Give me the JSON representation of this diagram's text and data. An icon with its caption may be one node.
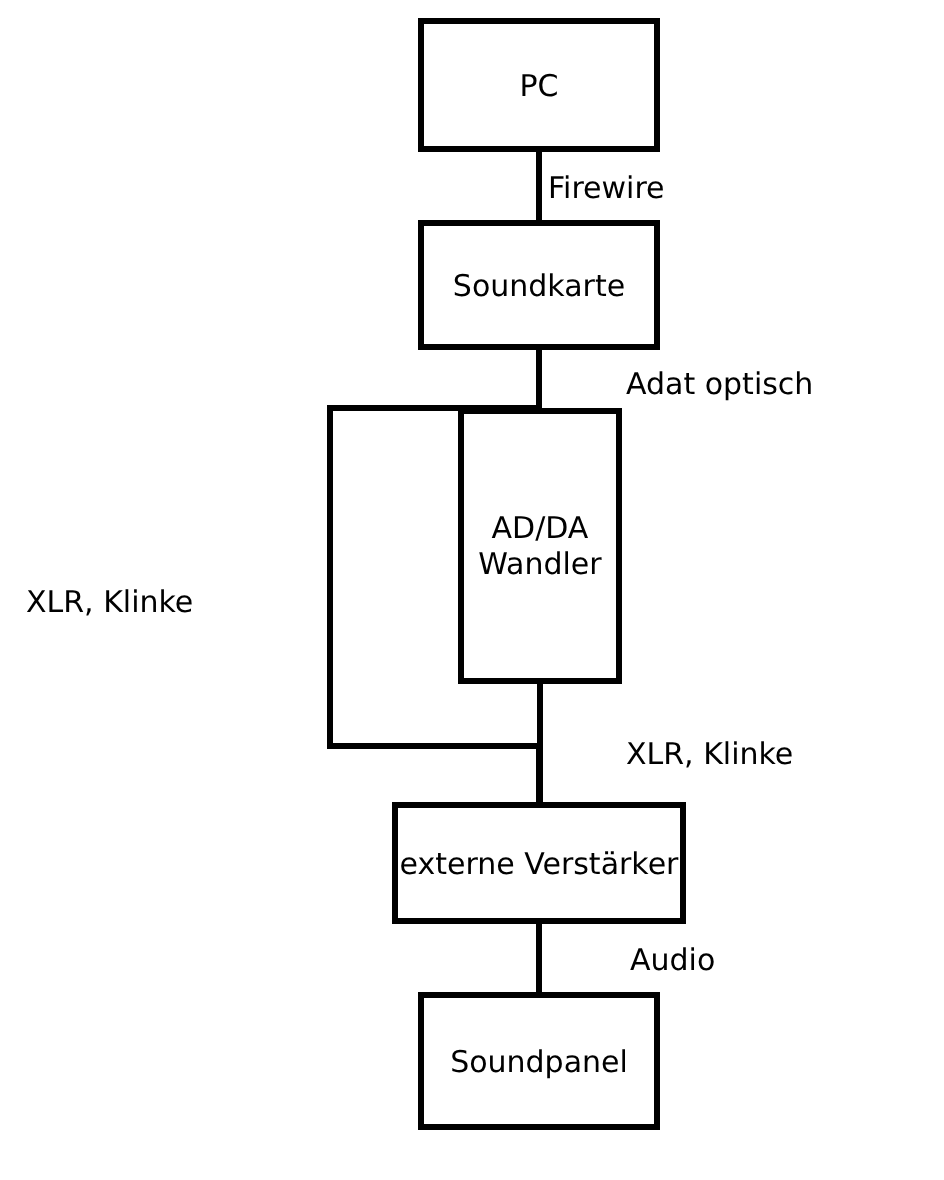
{
  "diagram": {
    "nodes": [
      {
        "text": [
          "PC"
        ]
      },
      {
        "text": [
          "Soundkarte"
        ]
      },
      {
        "text": [
          "AD/DA Wandler"
        ]
      },
      {
        "text": [
          "externe Verstärker"
        ]
      },
      {
        "text": [
          "Soundpanel"
        ]
      }
    ],
    "edges": [
      {
        "from": 0,
        "to": 1,
        "arrow": "none",
        "label": "Firewire"
      },
      {
        "from": 1,
        "to": 2,
        "arrow": "none",
        "label": "Adat optisch"
      },
      {
        "from": 1,
        "to": 3,
        "arrow": "none",
        "label": "XLR, Klinke"
      },
      {
        "from": 2,
        "to": 3,
        "arrow": "none",
        "label": "XLR, Klinke"
      },
      {
        "from": 3,
        "to": 4,
        "arrow": "none",
        "label": "Audio"
      }
    ]
  }
}
